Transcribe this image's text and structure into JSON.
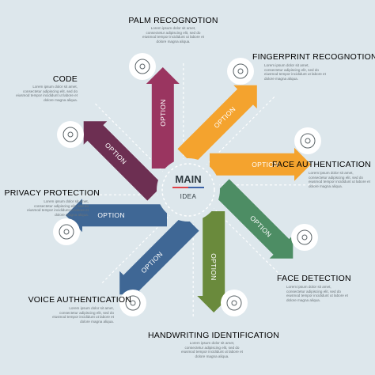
{
  "center": {
    "main": "MAIN",
    "idea": "IDEA",
    "underline_colors": [
      "#e0434a",
      "#3d63a8"
    ]
  },
  "arrows": [
    {
      "label": "OPTION",
      "color": "#9a3560"
    },
    {
      "label": "OPTION",
      "color": "#f4a32e"
    },
    {
      "label": "OPTION",
      "color": "#f4a32e"
    },
    {
      "label": "OPTION",
      "color": "#4d8d64"
    },
    {
      "label": "OPTION",
      "color": "#6a8a3c"
    },
    {
      "label": "OPTION",
      "color": "#3f6795"
    },
    {
      "label": "OPTION",
      "color": "#3f6795"
    },
    {
      "label": "OPTION",
      "color": "#6d2f52"
    }
  ],
  "items": [
    {
      "title": "PALM RECOGNOTION",
      "color": "#c0504d",
      "icon": "palm-icon",
      "desc": "Lorem ipsum dolor sit amet,\nconsectetur adipiscing elit, sed do\neiusmod tempor incididunt ut labore et\ndolore magna aliqua."
    },
    {
      "title": "FINGERPRINT RECOGNOTION",
      "color": "#e8a03a",
      "icon": "fingerprint-icon",
      "desc": "Lorem ipsum dolor sit amet,\nconsectetur adipiscing elit, sed do\neiusmod tempor incididunt ut labore et\ndolore magna aliqua."
    },
    {
      "title": "FACE AUTHENTICATION",
      "color": "#e8a03a",
      "icon": "face-scan-icon",
      "desc": "Lorem ipsum dolor sit amet,\nconsectetur adipiscing elit, sed do\neiusmod tempor incididunt ut labore et\ndolore magna aliqua."
    },
    {
      "title": "FACE DETECTION",
      "color": "#6a8a3c",
      "icon": "face-icon",
      "desc": "Lorem ipsum dolor sit amet,\nconsectetur adipiscing elit, sed do\neiusmod tempor incididunt ut labore et\ndolore magna aliqua."
    },
    {
      "title": "HANDWRITING IDENTIFICATION",
      "color": "#3f6795",
      "icon": "handwriting-icon",
      "desc": "Lorem ipsum dolor sit amet,\nconsectetur adipiscing elit, sed do\neiusmod tempor incididunt ut labore et\ndolore magna aliqua."
    },
    {
      "title": "VOICE AUTHENTICATION",
      "color": "#3f6795",
      "icon": "voice-icon",
      "desc": "Lorem ipsum dolor sit amet,\nconsectetur adipiscing elit, sed do\neiusmod tempor incididunt ut labore et\ndolore magna aliqua."
    },
    {
      "title": "PRIVACY PROTECTION",
      "color": "#3f6795",
      "icon": "shield-icon",
      "desc": "Lorem ipsum dolor sit amet,\nconsectetur adipiscing elit, sed do\neiusmod tempor incididunt ut labore et\ndolore magna aliqua."
    },
    {
      "title": "CODE",
      "color": "#9a3560",
      "icon": "code-keypad-icon",
      "desc": "Lorem ipsum dolor sit amet,\nconsectetur adipiscing elit, sed do\neiusmod tempor incididunt ut labore et\ndolore magna aliqua."
    }
  ]
}
